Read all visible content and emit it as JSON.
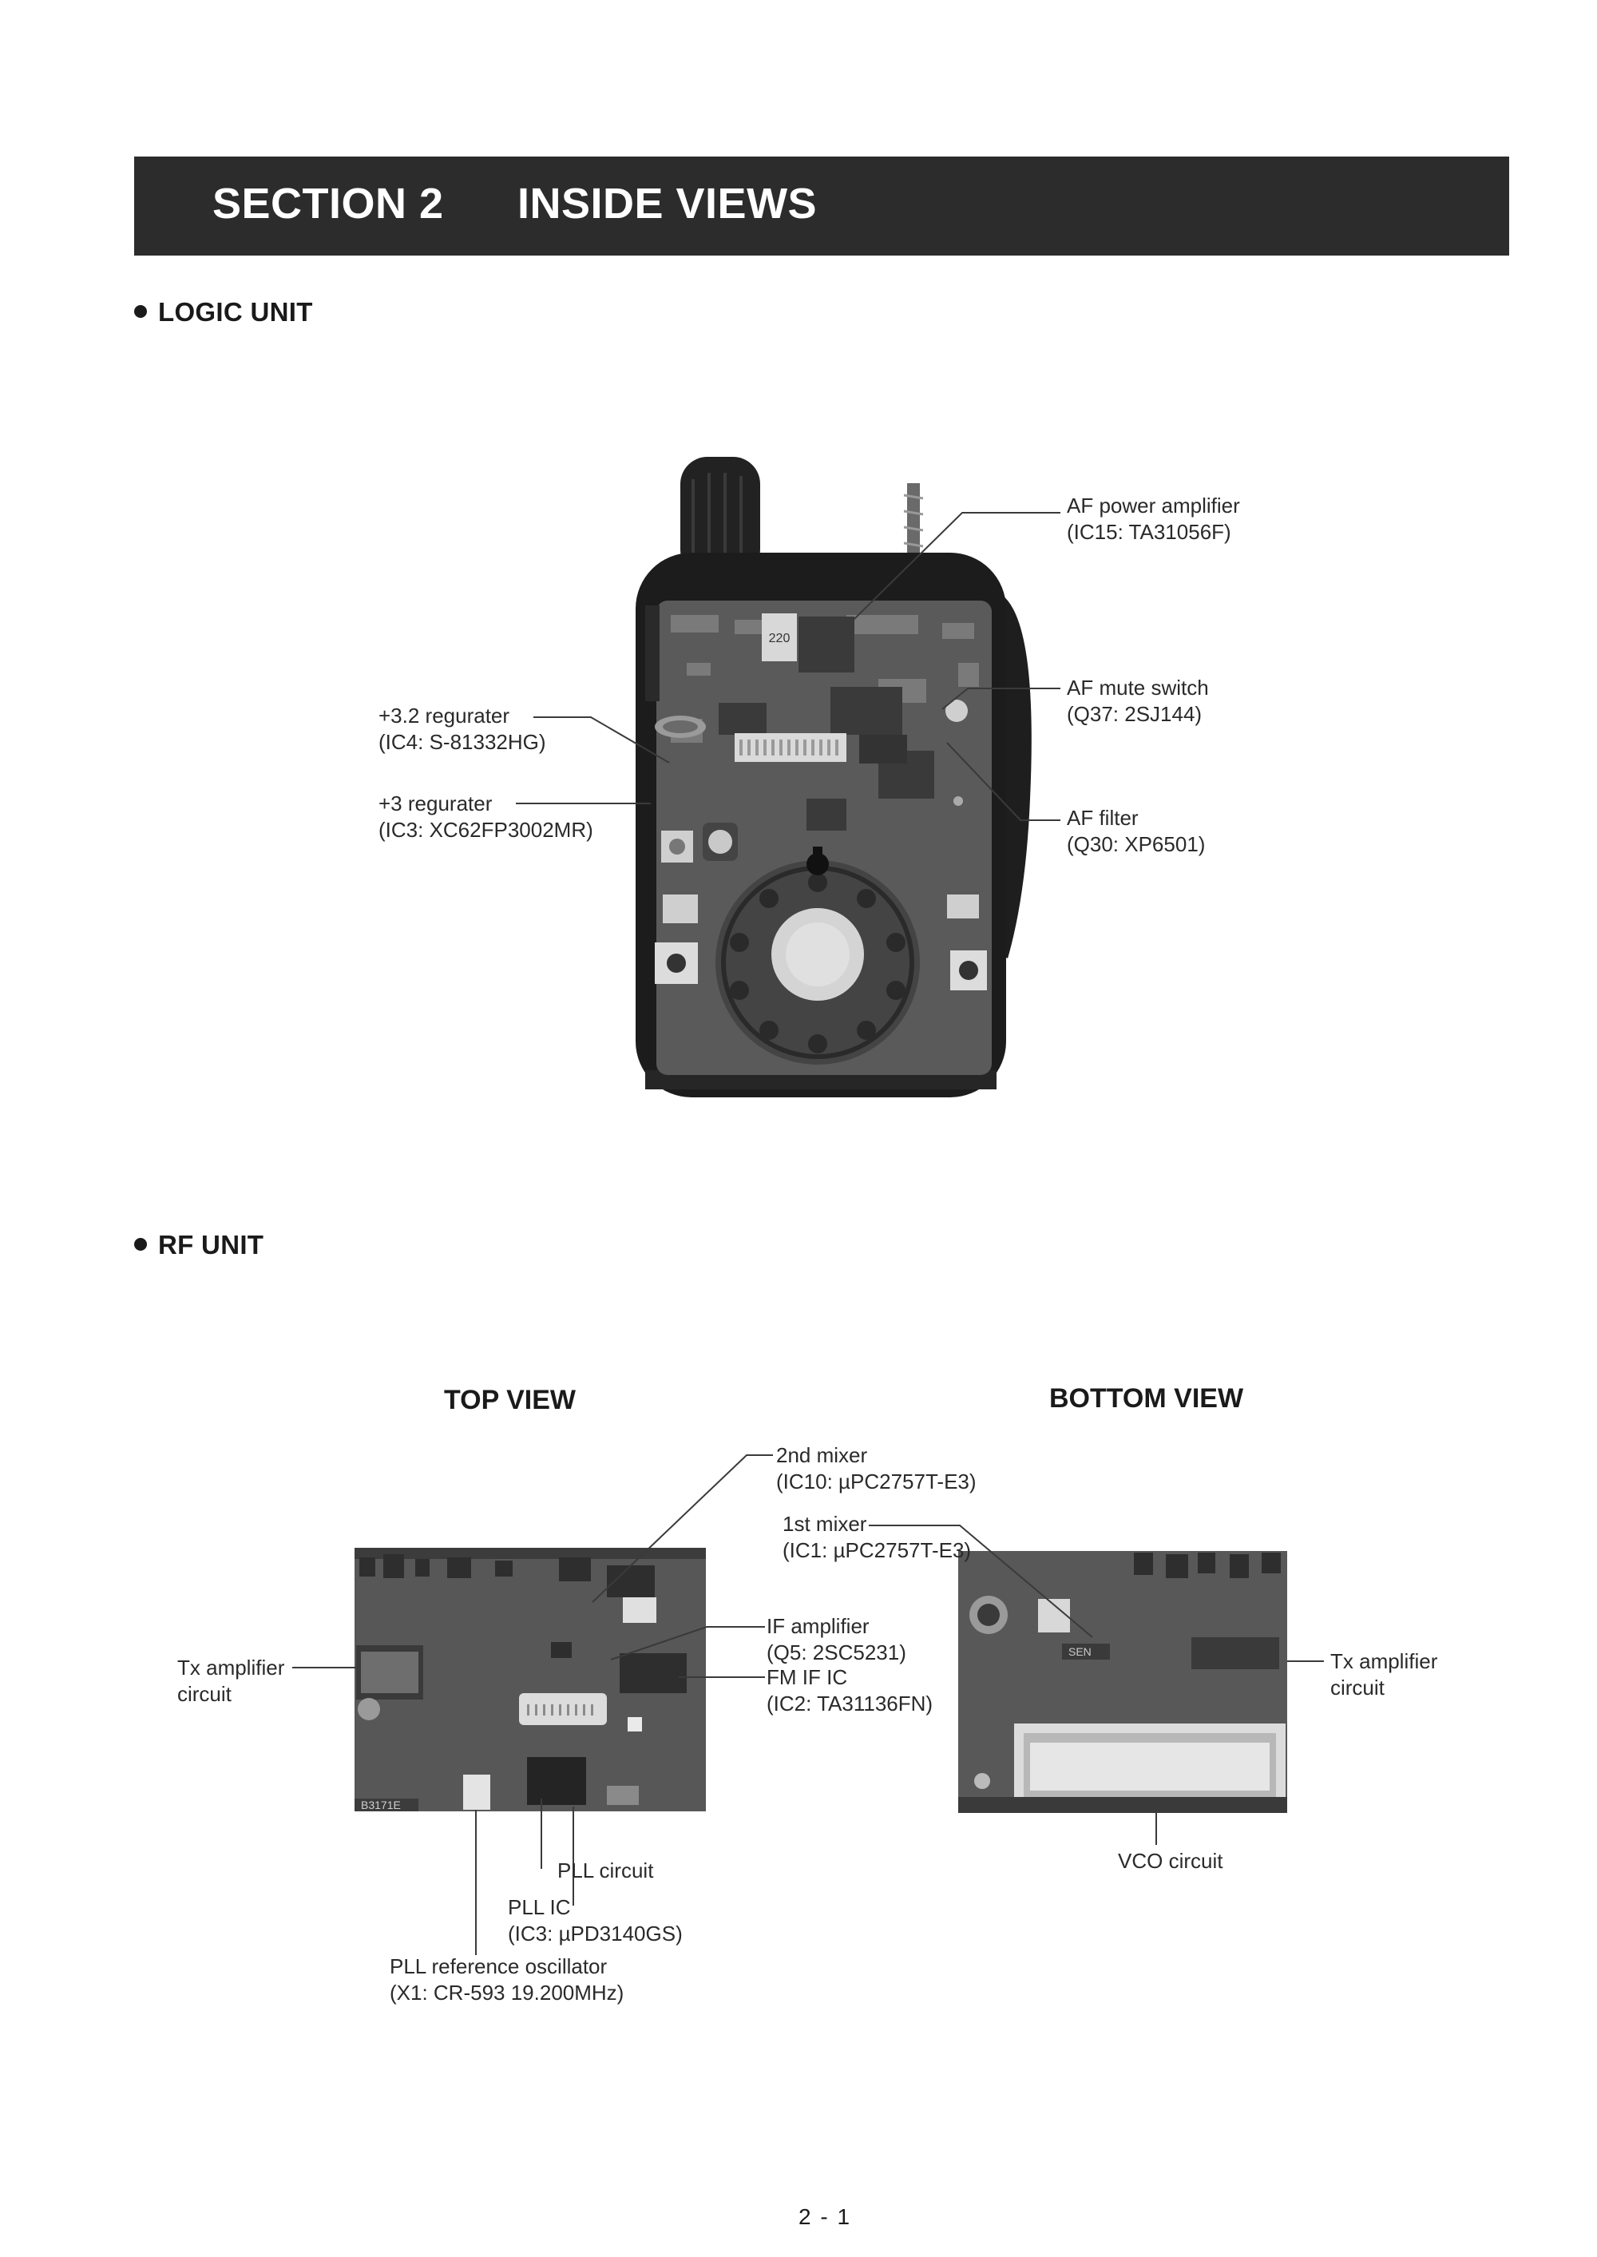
{
  "header": {
    "section_no": "SECTION 2",
    "section_title": "INSIDE VIEWS"
  },
  "logic_unit": {
    "heading": "LOGIC UNIT",
    "labels": {
      "af_power_amp": [
        "AF power amplifier",
        "(IC15: TA31056F)"
      ],
      "af_mute_switch": [
        "AF mute switch",
        "(Q37: 2SJ144)"
      ],
      "af_filter": [
        "AF filter",
        "(Q30: XP6501)"
      ],
      "reg_32": [
        "+3.2 regurater",
        "(IC4: S-81332HG)"
      ],
      "reg_3": [
        "+3 regurater",
        "(IC3: XC62FP3002MR)"
      ]
    },
    "board_marks": {
      "ic_mark": "220"
    }
  },
  "rf_unit": {
    "heading": "RF UNIT",
    "top_view": {
      "heading": "TOP VIEW",
      "labels": {
        "second_mixer": [
          "2nd mixer",
          "(IC10: µPC2757T-E3)"
        ],
        "first_mixer": [
          "1st mixer",
          "(IC1: µPC2757T-E3)"
        ],
        "if_amp": [
          "IF amplifier",
          "(Q5: 2SC5231)"
        ],
        "fm_if_ic": [
          "FM IF IC",
          "(IC2: TA31136FN)"
        ],
        "tx_amp": [
          "Tx amplifier",
          "circuit"
        ],
        "pll_circuit": [
          "PLL circuit"
        ],
        "pll_ic": [
          "PLL IC",
          "(IC3: µPD3140GS)"
        ],
        "pll_ref": [
          "PLL reference oscillator",
          "(X1: CR-593 19.200MHz)"
        ]
      },
      "board_marks": {
        "board_id": "B3171E"
      }
    },
    "bottom_view": {
      "heading": "BOTTOM VIEW",
      "labels": {
        "tx_amp": [
          "Tx amplifier",
          "circuit"
        ],
        "vco": [
          "VCO circuit"
        ]
      },
      "board_marks": {
        "chip_mark": "SEN"
      }
    }
  },
  "footer": {
    "page_number": "2 - 1"
  },
  "colors": {
    "header_bar": "#2c2c2c",
    "text": "#1a1a1a",
    "device_body": "#1c1c1c",
    "pcb": "#555555"
  }
}
